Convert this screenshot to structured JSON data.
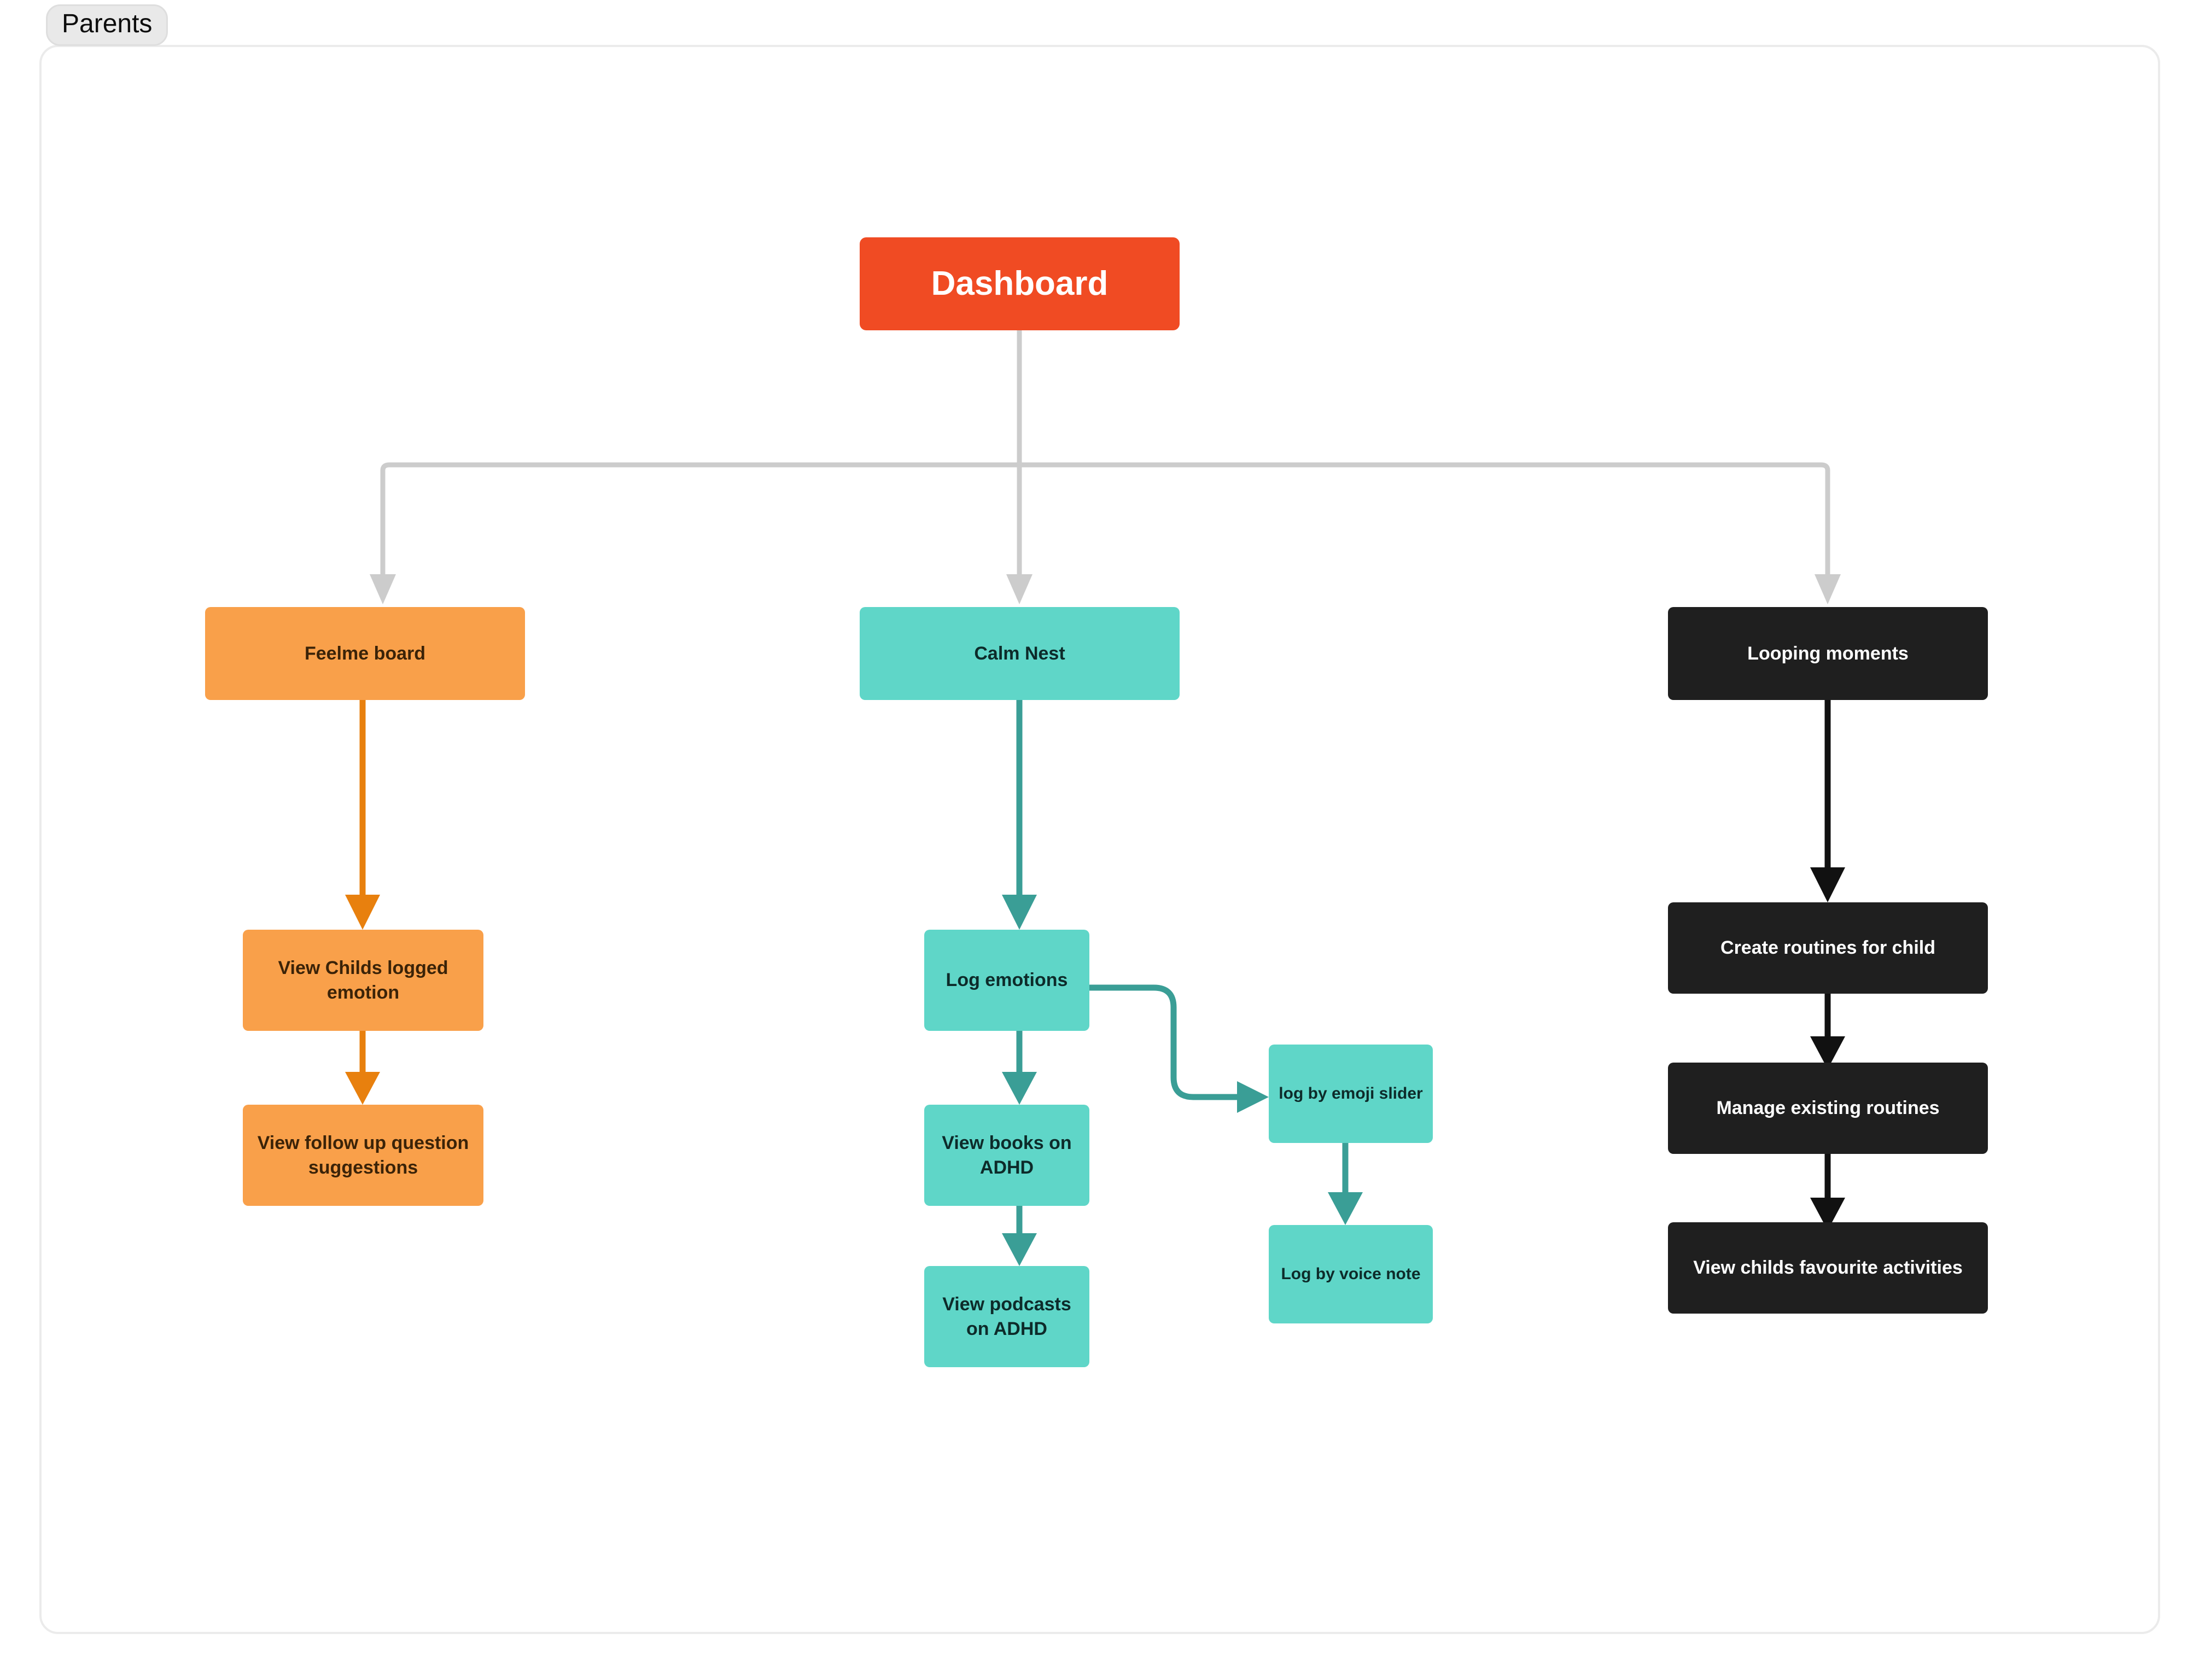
{
  "group": {
    "tag_label": "Parents"
  },
  "colors": {
    "root": "#F04B23",
    "orange_node": "#F9A04A",
    "orange_edge": "#E8800E",
    "teal_node": "#5FD6C8",
    "teal_edge": "#3A9E96",
    "dark_node": "#1F1F1F",
    "dark_edge": "#111111",
    "gray_edge": "#CCCCCC",
    "frame_border": "#EBEBEB",
    "tag_background": "#E9E9E9",
    "canvas_background": "#FFFFFF"
  },
  "nodes": {
    "root": {
      "label": "Dashboard"
    },
    "branch_orange": {
      "label": "Feelme board"
    },
    "branch_teal": {
      "label": "Calm Nest"
    },
    "branch_dark": {
      "label": "Looping moments"
    },
    "orange_child_1": {
      "label": "View Childs logged emotion"
    },
    "orange_child_2": {
      "label": "View follow up question suggestions"
    },
    "teal_child_1": {
      "label": "Log emotions"
    },
    "teal_child_2": {
      "label": "View books on ADHD"
    },
    "teal_child_3": {
      "label": "View podcasts on ADHD"
    },
    "teal_side_1": {
      "label": "log by emoji slider"
    },
    "teal_side_2": {
      "label": "Log by voice note"
    },
    "dark_child_1": {
      "label": "Create routines for child"
    },
    "dark_child_2": {
      "label": "Manage existing routines"
    },
    "dark_child_3": {
      "label": "View childs favourite activities"
    }
  },
  "edges": [
    {
      "from": "root",
      "to": "branch_orange",
      "color": "gray"
    },
    {
      "from": "root",
      "to": "branch_teal",
      "color": "gray"
    },
    {
      "from": "root",
      "to": "branch_dark",
      "color": "gray"
    },
    {
      "from": "branch_orange",
      "to": "orange_child_1",
      "color": "orange"
    },
    {
      "from": "orange_child_1",
      "to": "orange_child_2",
      "color": "orange"
    },
    {
      "from": "branch_teal",
      "to": "teal_child_1",
      "color": "teal"
    },
    {
      "from": "teal_child_1",
      "to": "teal_child_2",
      "color": "teal"
    },
    {
      "from": "teal_child_2",
      "to": "teal_child_3",
      "color": "teal"
    },
    {
      "from": "teal_child_1",
      "to": "teal_side_1",
      "color": "teal"
    },
    {
      "from": "teal_side_1",
      "to": "teal_side_2",
      "color": "teal"
    },
    {
      "from": "branch_dark",
      "to": "dark_child_1",
      "color": "dark"
    },
    {
      "from": "dark_child_1",
      "to": "dark_child_2",
      "color": "dark"
    },
    {
      "from": "dark_child_2",
      "to": "dark_child_3",
      "color": "dark"
    }
  ]
}
